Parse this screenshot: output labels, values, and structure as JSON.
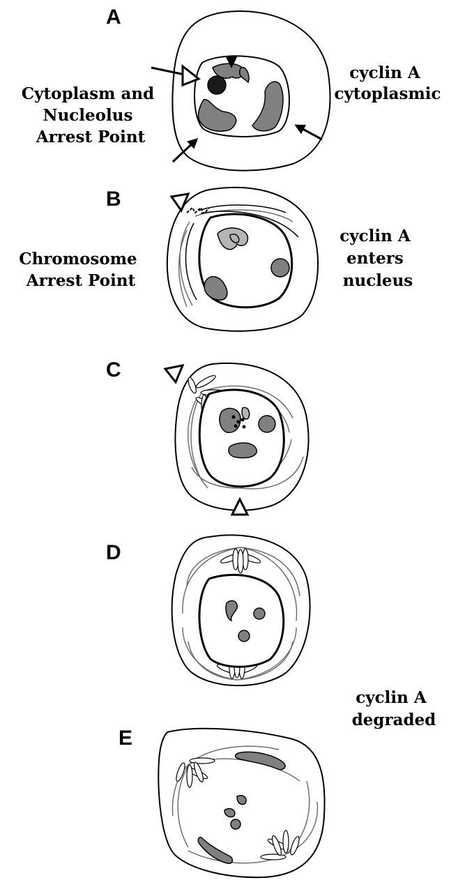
{
  "panels": [
    {
      "letter": "A",
      "right_label": [
        "cyclin A",
        "cytoplasmic"
      ],
      "left_label": [
        "Cytoplasm and",
        "Nucleolus",
        "Arrest Point"
      ]
    },
    {
      "letter": "B",
      "right_label": [
        "cyclin A",
        "enters",
        "nucleus"
      ],
      "left_label": [
        "Chromosome",
        "Arrest Point"
      ]
    },
    {
      "letter": "C"
    },
    {
      "letter": "D",
      "right_label": [
        "cyclin A",
        "degraded"
      ]
    },
    {
      "letter": "E"
    }
  ],
  "colors": {
    "chromosome": "#808080",
    "microtubule": "#6e6e6e",
    "outline": "#000000"
  }
}
